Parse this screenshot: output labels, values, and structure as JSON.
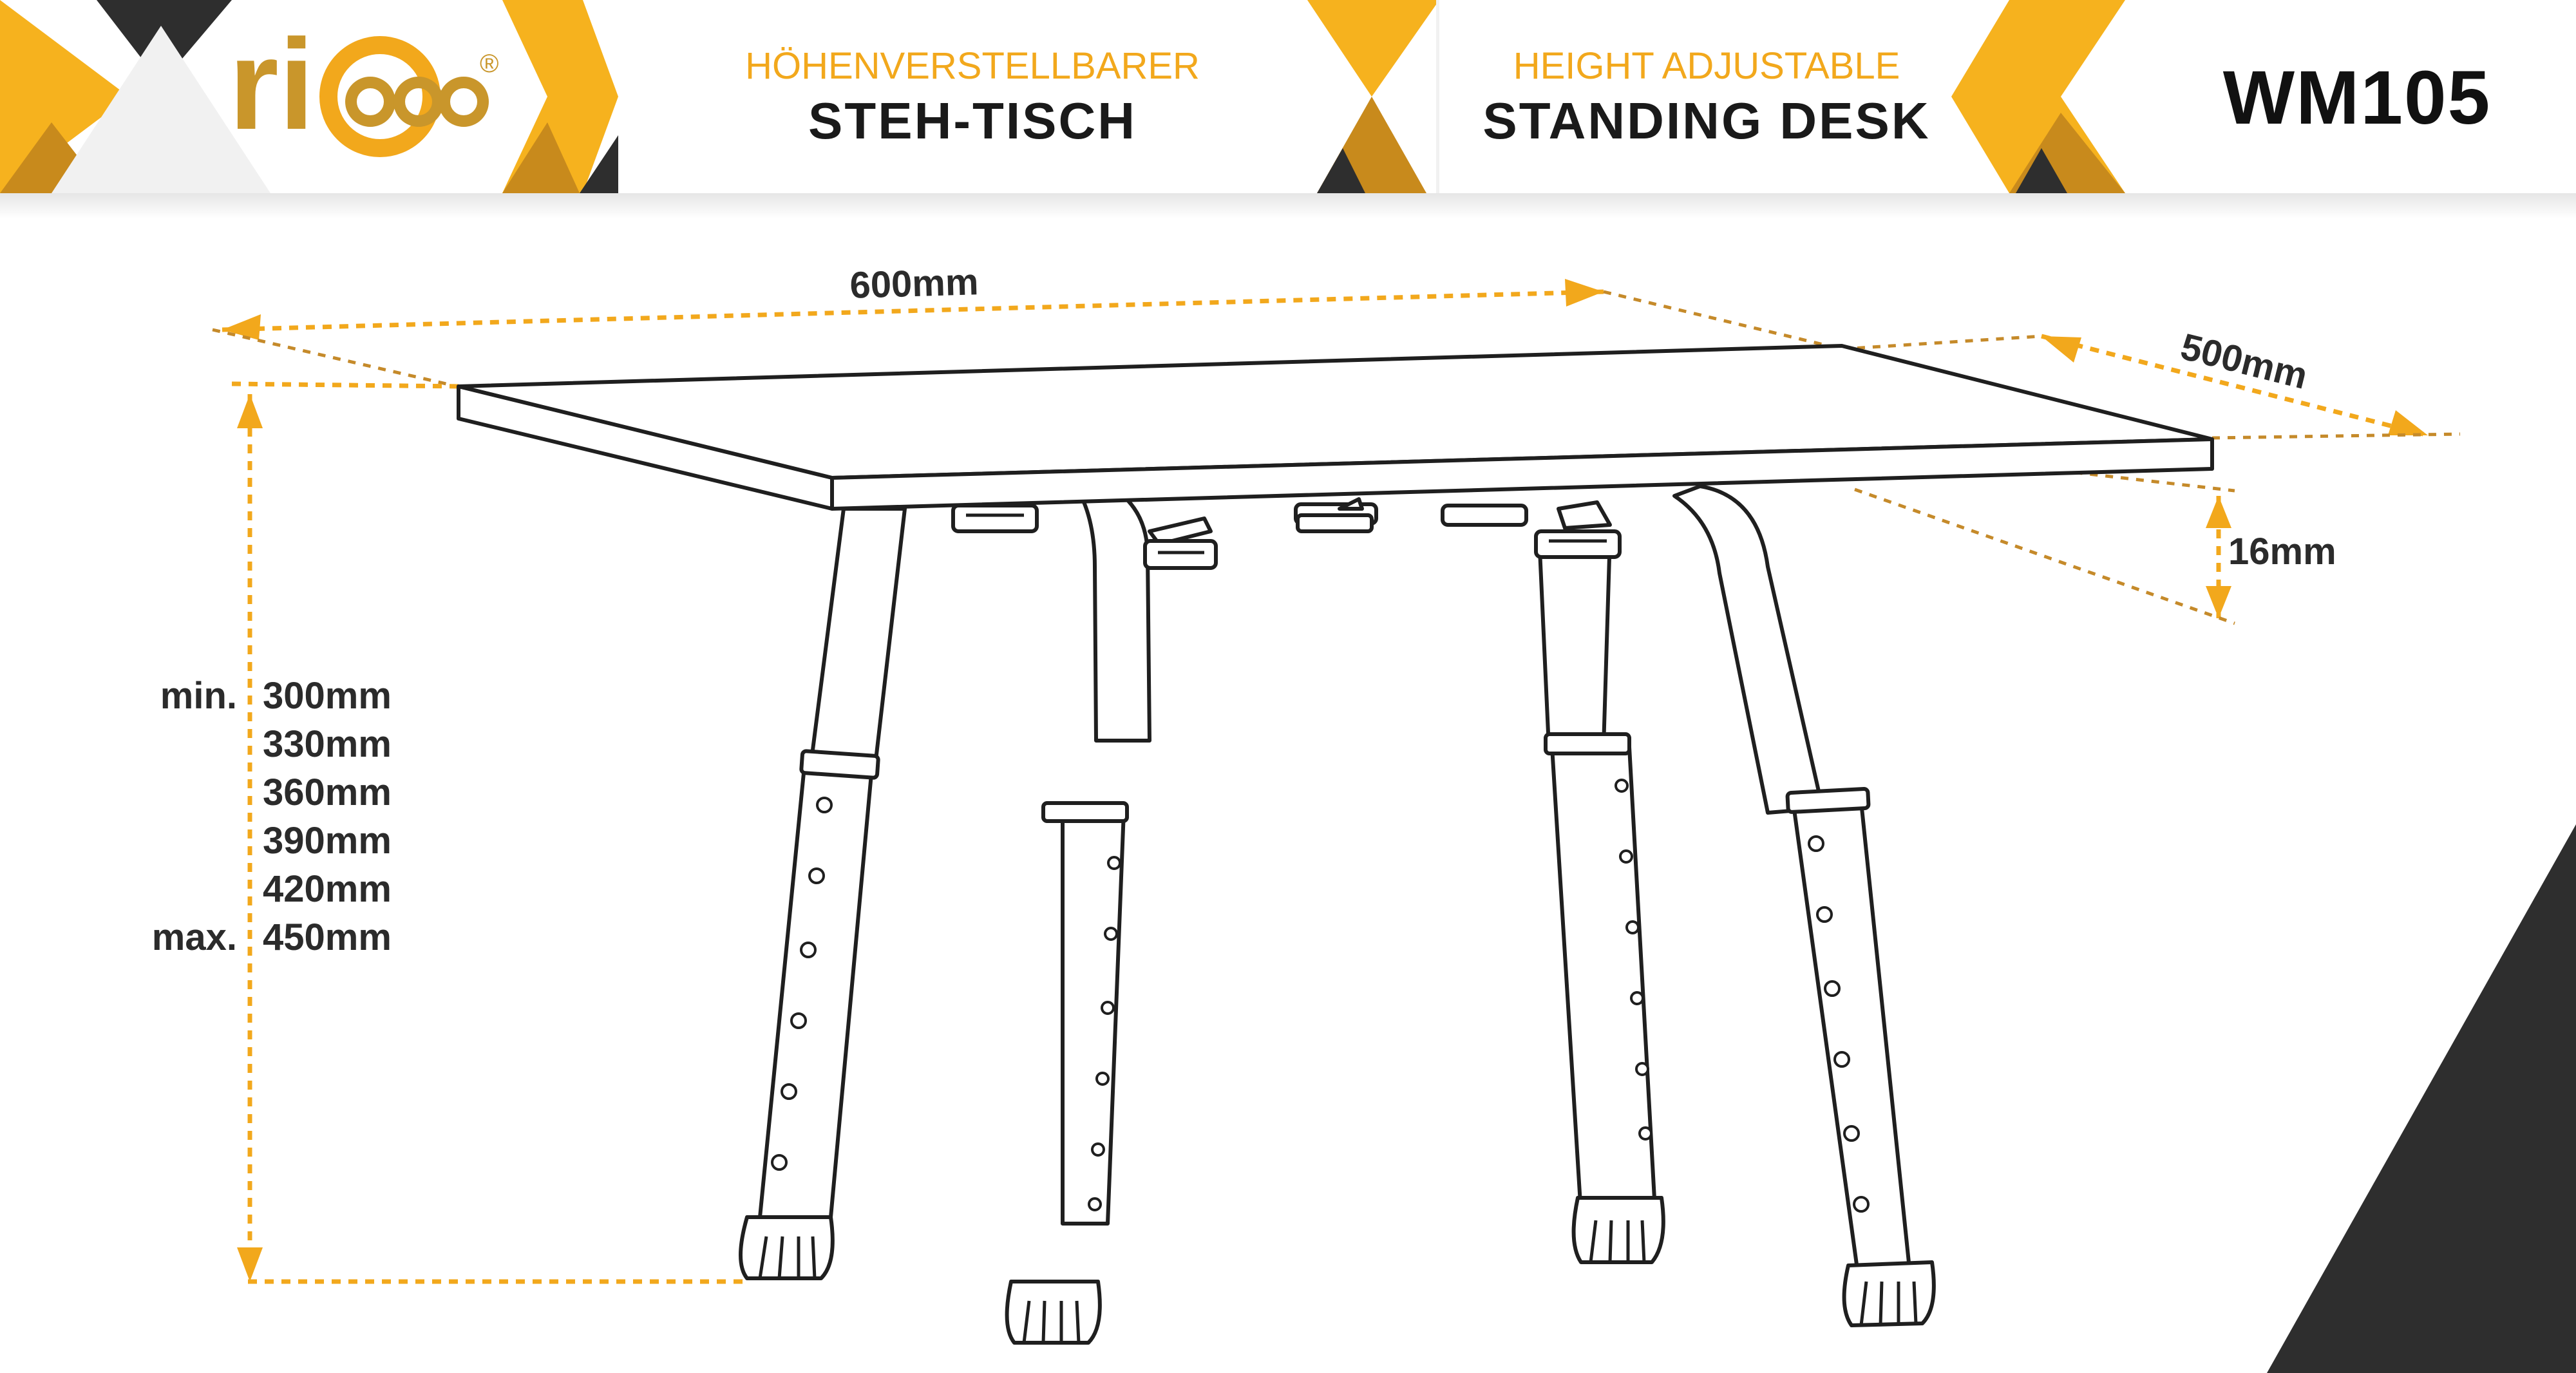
{
  "header": {
    "logo_text": "ri",
    "logo_reg": "®",
    "de_subtitle": "HÖHENVERSTELLBARER",
    "de_title": "STEH-TISCH",
    "en_subtitle": "HEIGHT ADJUSTABLE",
    "en_title": "STANDING DESK",
    "model": "WM105"
  },
  "dimensions": {
    "width": "600mm",
    "depth": "500mm",
    "thickness": "16mm"
  },
  "height": {
    "min_label": "min.",
    "max_label": "max.",
    "values": [
      "300mm",
      "330mm",
      "360mm",
      "390mm",
      "420mm",
      "450mm"
    ]
  },
  "colors": {
    "accent": "#f2a81c",
    "gold": "#c9962b",
    "dark": "#2e2e2e",
    "line": "#1f1f1f"
  }
}
